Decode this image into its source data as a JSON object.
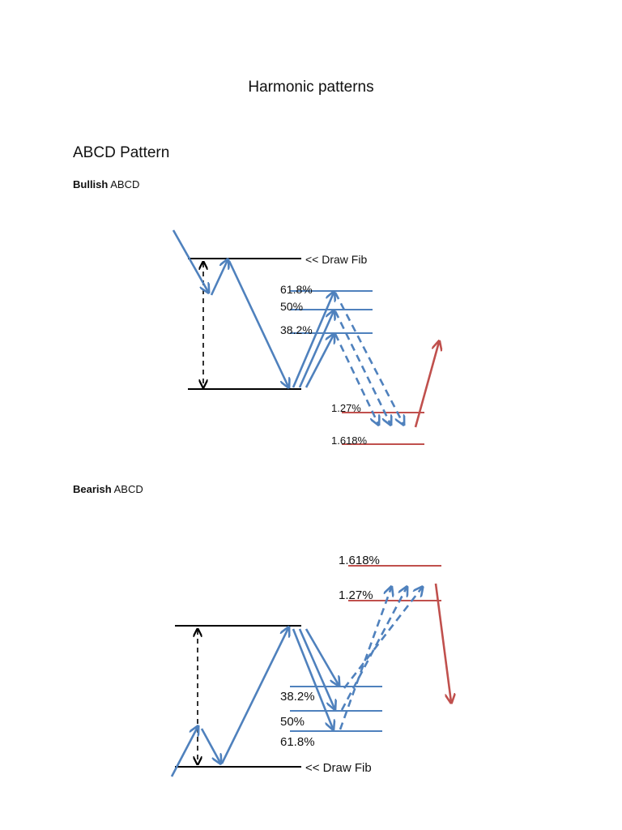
{
  "title": "Harmonic patterns",
  "section_heading": "ABCD Pattern",
  "bullish": {
    "heading_bold": "Bullish",
    "heading_rest": " ABCD",
    "draw_fib_label": "<< Draw Fib",
    "retracement_labels": [
      "61.8%",
      "50%",
      "38.2%"
    ],
    "extension_labels": [
      "1.27%",
      "1.618%"
    ]
  },
  "bearish": {
    "heading_bold": "Bearish",
    "heading_rest": " ABCD",
    "draw_fib_label": "<< Draw Fib",
    "retracement_labels": [
      "38.2%",
      "50%",
      "61.8%"
    ],
    "extension_labels": [
      "1.618%",
      "1.27%"
    ]
  },
  "colors": {
    "blue": "#4F81BD",
    "red": "#C0504D",
    "black": "#000000"
  }
}
